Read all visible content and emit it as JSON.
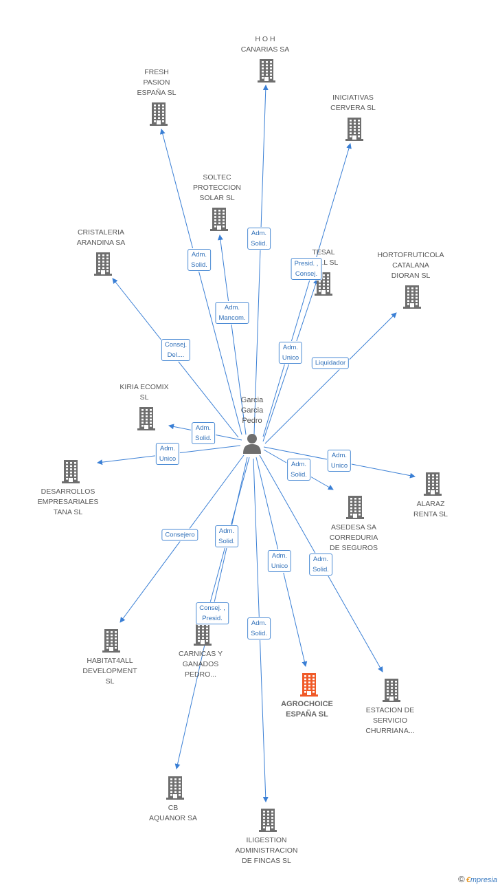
{
  "center": {
    "label": "Garcia\nGarcia\nPedro",
    "icon": "person-icon"
  },
  "colors": {
    "edge": "#3a7fd5",
    "building": "#6e6e6e",
    "highlight": "#f05a28",
    "role_border": "#4a8ad4"
  },
  "nodes": [
    {
      "id": "hoh",
      "label": "H O H\nCANARIAS SA"
    },
    {
      "id": "fresh",
      "label": "FRESH\nPASION\nESPAÑA SL"
    },
    {
      "id": "iniciativas",
      "label": "INICIATIVAS\nCERVERA SL"
    },
    {
      "id": "soltec",
      "label": "SOLTEC\nPROTECCION\nSOLAR SL"
    },
    {
      "id": "cristaleria",
      "label": "CRISTALERIA\nARANDINA SA"
    },
    {
      "id": "tesal",
      "label": "TESAL\n...ELL SL"
    },
    {
      "id": "hortofruticola",
      "label": "HORTOFRUTICOLA\nCATALANA\nDIORAN SL"
    },
    {
      "id": "kiria",
      "label": "KIRIA ECOMIX\nSL"
    },
    {
      "id": "desarrollos",
      "label": "DESARROLLOS\nEMPRESARIALES\nTANA SL"
    },
    {
      "id": "alaraz",
      "label": "ALARAZ\nRENTA SL"
    },
    {
      "id": "asedesa",
      "label": "ASEDESA SA\nCORREDURIA\nDE SEGUROS"
    },
    {
      "id": "habitat",
      "label": "HABITAT4ALL\nDEVELOPMENT\nSL"
    },
    {
      "id": "carnicas",
      "label": "CARNICAS Y\nGANADOS\nPEDRO..."
    },
    {
      "id": "agrochoice",
      "label": "AGROCHOICE\nESPAÑA SL",
      "highlight": true
    },
    {
      "id": "estacion",
      "label": "ESTACION DE\nSERVICIO\nCHURRIANA..."
    },
    {
      "id": "cb",
      "label": "CB\nAQUANOR SA"
    },
    {
      "id": "iligestion",
      "label": "ILIGESTION\nADMINISTRACION\nDE FINCAS SL"
    }
  ],
  "edges": [
    {
      "to": "hoh",
      "role": "Adm.\nSolid."
    },
    {
      "to": "fresh",
      "role": "Adm.\nSolid."
    },
    {
      "to": "iniciativas",
      "role": "Presid. ,\nConsej."
    },
    {
      "to": "soltec",
      "role": "Adm.\nMancom."
    },
    {
      "to": "cristaleria",
      "role": "Consej.\nDel...."
    },
    {
      "to": "tesal",
      "role": "Adm.\nUnico"
    },
    {
      "to": "hortofruticola",
      "role": "Liquidador"
    },
    {
      "to": "kiria",
      "role": "Adm.\nSolid."
    },
    {
      "to": "desarrollos",
      "role": "Adm.\nUnico"
    },
    {
      "to": "alaraz",
      "role": "Adm.\nUnico"
    },
    {
      "to": "asedesa",
      "role": "Adm.\nSolid."
    },
    {
      "to": "habitat",
      "role": "Consejero"
    },
    {
      "to": "carnicas",
      "role": "Consej. ,\nPresid."
    },
    {
      "to": "cb",
      "role": "Adm.\nSolid."
    },
    {
      "to": "iligestion",
      "role": "Adm.\nSolid."
    },
    {
      "to": "agrochoice",
      "role": "Adm.\nUnico"
    },
    {
      "to": "estacion",
      "role": "Adm.\nSolid."
    }
  ],
  "watermark": {
    "copyright": "©",
    "brand_e": "€",
    "brand_rest": "mpresia"
  }
}
